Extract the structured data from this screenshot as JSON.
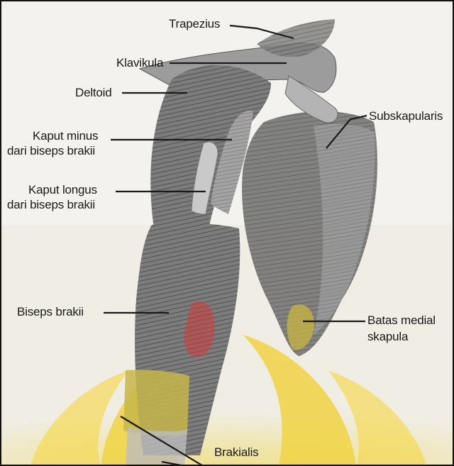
{
  "diagram": {
    "labels": {
      "trapezius": "Trapezius",
      "klavikula": "Klavikula",
      "deltoid": "Deltoid",
      "kaput_minus_1": "Kaput minus",
      "kaput_minus_2": "dari biseps brakii",
      "kaput_longus_1": "Kaput longus",
      "kaput_longus_2": "dari biseps brakii",
      "biseps_brakii": "Biseps brakii",
      "subskapularis": "Subskapularis",
      "batas_medial_1": "Batas medial",
      "batas_medial_2": "skapula",
      "brakialis": "Brakialis"
    }
  },
  "colors": {
    "ink": "#1a1a1a",
    "muscle_shade": "#8a8a8a",
    "watermark_gold": "#e6c20a",
    "highlight_red": "#d23b3b"
  }
}
